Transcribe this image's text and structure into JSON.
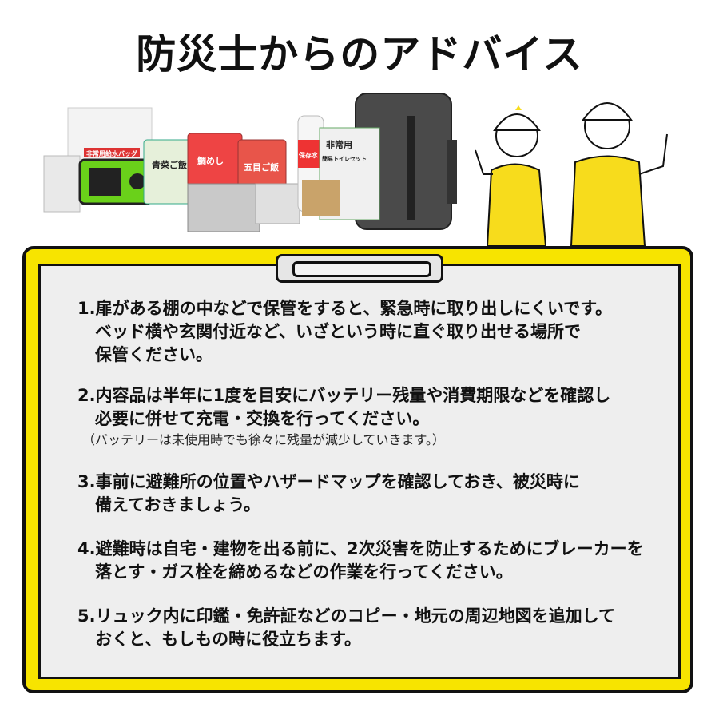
{
  "title": "防災士からのアドバイス",
  "products": {
    "bag_label": "非常用給水バッグ",
    "food": [
      "青菜ご飯",
      "鯛めし",
      "五目ご飯"
    ],
    "toilet_label": "非常用",
    "toilet_sub": "簡易トイレセット",
    "water_label": "保存水"
  },
  "tips": [
    {
      "lines": [
        "1.扉がある棚の中などで保管をすると、緊急時に取り出しにくいです。",
        "ベッド横や玄関付近など、いざという時に直ぐ取り出せる場所で",
        "保管ください。"
      ]
    },
    {
      "lines": [
        "2.内容品は半年に1度を目安にバッテリー残量や消費期限などを確認し",
        "必要に併せて充電・交換を行ってください。"
      ],
      "note": "（バッテリーは未使用時でも徐々に残量が減少していきます。）"
    },
    {
      "lines": [
        "3.事前に避難所の位置やハザードマップを確認しておき、被災時に",
        "備えておきましょう。"
      ]
    },
    {
      "lines": [
        "4.避難時は自宅・建物を出る前に、2次災害を防止するためにブレーカーを",
        "落とす・ガス栓を締めるなどの作業を行ってください。"
      ]
    },
    {
      "lines": [
        "5.リュック内に印鑑・免許証などのコピー・地元の周辺地図を追加して",
        "おくと、もしもの時に役立ちます。"
      ]
    }
  ],
  "colors": {
    "board": "#f7e400",
    "panel": "#eeeeee",
    "shirt": "#f7dc1c",
    "text": "#111111"
  }
}
